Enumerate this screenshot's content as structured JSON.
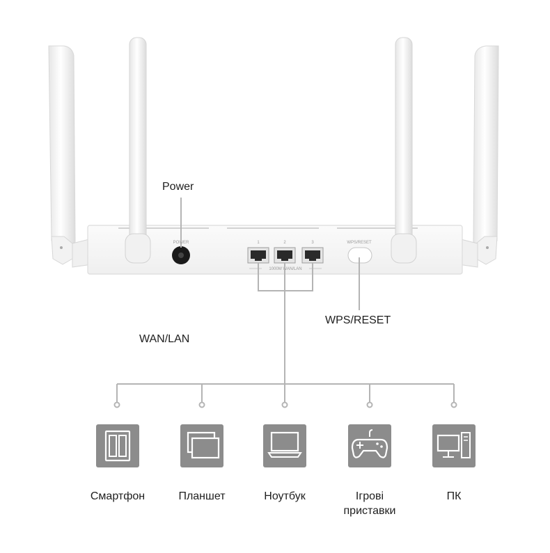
{
  "labels": {
    "power": "Power",
    "wps_reset": "WPS/RESET",
    "wan_lan": "WAN/LAN"
  },
  "router_panel": {
    "power_label": "POWER",
    "wps_label": "WPS/RESET",
    "port_numbers": [
      "1",
      "2",
      "3"
    ],
    "port_group_label": "1000M WAN/LAN"
  },
  "devices": [
    {
      "label": "Смартфон",
      "icon": "smartphone-icon"
    },
    {
      "label": "Планшет",
      "icon": "tablet-icon"
    },
    {
      "label": "Ноутбук",
      "icon": "laptop-icon"
    },
    {
      "label": "Ігрові\nприставки",
      "icon": "gamepad-icon"
    },
    {
      "label": "ПК",
      "icon": "desktop-pc-icon"
    }
  ],
  "colors": {
    "line": "#b4b4b4",
    "icon_tile": "#8c8c8c",
    "router_body": "#f7f7f7"
  }
}
